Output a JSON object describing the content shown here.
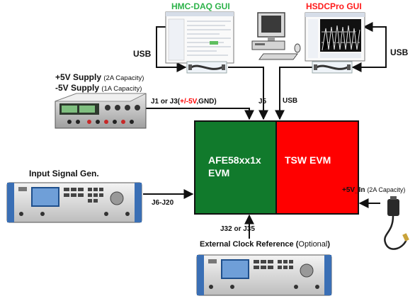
{
  "titles": {
    "hmc_gui": "HMC-DAQ GUI",
    "hsdc_gui": "HSDCPro GUI"
  },
  "labels": {
    "usb_left": "USB",
    "usb_right": "USB",
    "usb_mid": "USB",
    "supply_pos": "+5V Supply",
    "supply_pos_cap": "(2A Capacity)",
    "supply_neg": "-5V Supply",
    "supply_neg_cap": "(1A Capacity)",
    "j1_prefix": "J1 or J3(",
    "j1_volt": "+/-5V",
    "j1_suffix": ",GND)",
    "j5": "J5",
    "input_gen": "Input Signal Gen.",
    "j6": "J6-J20",
    "j32": "J32 or J35",
    "ext_clk_main": "External Clock Reference (",
    "ext_clk_opt": "Optional",
    "ext_clk_close": ")",
    "power_in": "+5V_In",
    "power_in_cap": "(2A Capacity)"
  },
  "blocks": {
    "afe_line1": "AFE58xx1x",
    "afe_line2": "EVM",
    "tsw": "TSW EVM"
  },
  "colors": {
    "afe": "#117a2c",
    "tsw": "#ff0000",
    "hmc_title": "#2db34a",
    "hsdc_title": "#ff1a1a",
    "voltage_red": "#ff0000"
  }
}
